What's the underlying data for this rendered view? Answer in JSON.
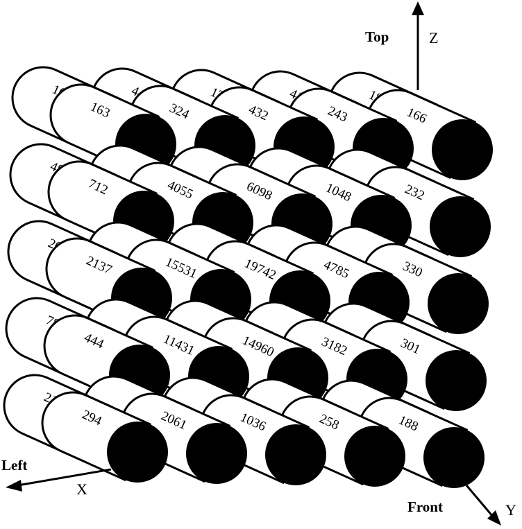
{
  "axes": {
    "z": {
      "letter": "Z",
      "name": "Top"
    },
    "x": {
      "letter": "X",
      "name": "Left"
    },
    "y": {
      "letter": "Y",
      "name": "Front"
    }
  },
  "grid": {
    "rows": 5,
    "cols": 5,
    "back_layer": [
      [
        "164",
        "442",
        "1320",
        "414",
        "188"
      ],
      [
        "480",
        "",
        "",
        "",
        ""
      ],
      [
        "2091",
        "",
        "",
        "",
        ""
      ],
      [
        "789",
        "",
        "",
        "",
        ""
      ],
      [
        "213",
        "",
        "",
        "",
        ""
      ]
    ],
    "front_layer": [
      [
        "163",
        "324",
        "432",
        "243",
        "166"
      ],
      [
        "712",
        "4055",
        "6098",
        "1048",
        "232"
      ],
      [
        "2137",
        "15531",
        "19742",
        "4785",
        "330"
      ],
      [
        "444",
        "11431",
        "14960",
        "3182",
        "301"
      ],
      [
        "294",
        "2061",
        "1036",
        "258",
        "188"
      ]
    ]
  }
}
